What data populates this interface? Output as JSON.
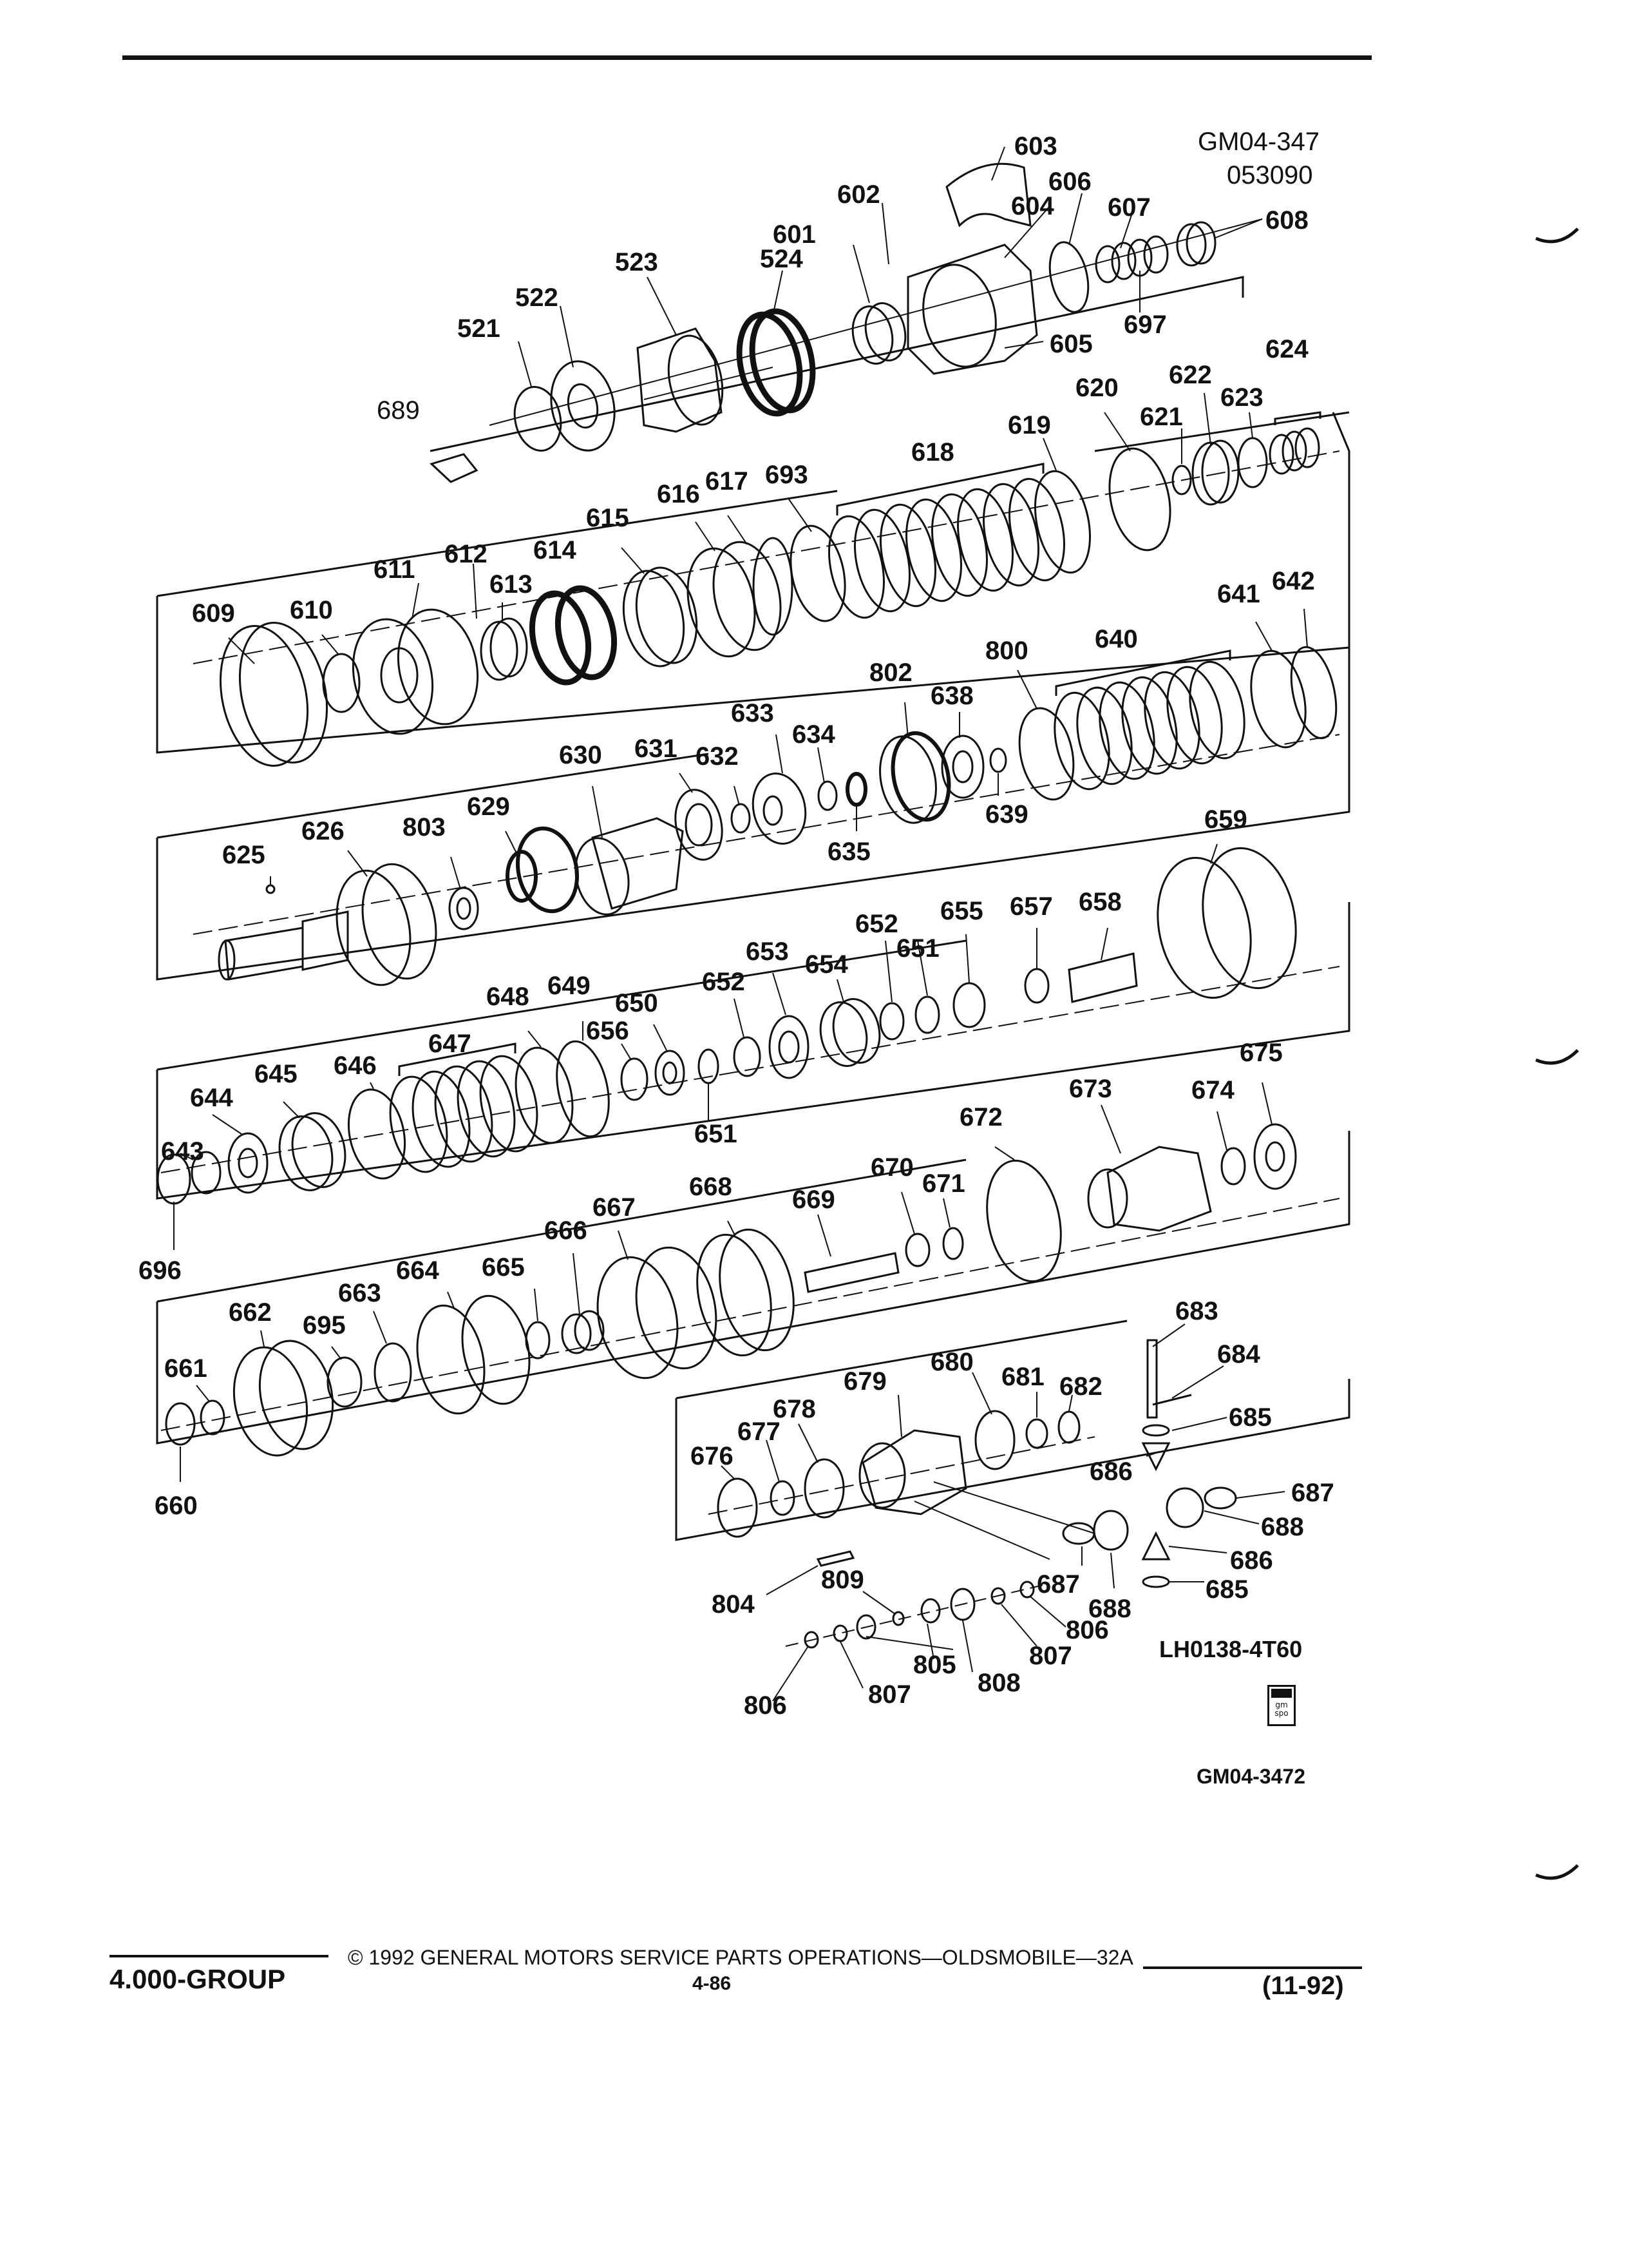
{
  "header": {
    "ref_primary": "GM04-347",
    "ref_secondary": "053090"
  },
  "labels": {
    "p603": "603",
    "p602": "602",
    "p606": "606",
    "p604": "604",
    "p607": "607",
    "p608": "608",
    "p601": "601",
    "p524": "524",
    "p523": "523",
    "p522": "522",
    "p521": "521",
    "p605": "605",
    "p697": "697",
    "p624": "624",
    "p620": "620",
    "p622": "622",
    "p623": "623",
    "p621": "621",
    "p619": "619",
    "p689": "689",
    "p618": "618",
    "p616": "616",
    "p617": "617",
    "p693": "693",
    "p615": "615",
    "p614": "614",
    "p612": "612",
    "p611": "611",
    "p613": "613",
    "p609": "609",
    "p610": "610",
    "p641": "641",
    "p642": "642",
    "p800": "800",
    "p640": "640",
    "p802": "802",
    "p638": "638",
    "p633": "633",
    "p634": "634",
    "p631": "631",
    "p630": "630",
    "p632": "632",
    "p639": "639",
    "p635": "635",
    "p629": "629",
    "p803": "803",
    "p626": "626",
    "p625": "625",
    "p659": "659",
    "p652a": "652",
    "p655": "655",
    "p657": "657",
    "p658": "658",
    "p653": "653",
    "p651a": "651",
    "p654": "654",
    "p652b": "652",
    "p648": "648",
    "p649": "649",
    "p650": "650",
    "p656": "656",
    "p647": "647",
    "p646": "646",
    "p645": "645",
    "p644": "644",
    "p651b": "651",
    "p643": "643",
    "p696": "696",
    "p675": "675",
    "p673": "673",
    "p674": "674",
    "p672": "672",
    "p670": "670",
    "p671": "671",
    "p668": "668",
    "p669": "669",
    "p667": "667",
    "p666": "666",
    "p665": "665",
    "p664": "664",
    "p663": "663",
    "p662": "662",
    "p695": "695",
    "p661": "661",
    "p660": "660",
    "p683": "683",
    "p684": "684",
    "p680": "680",
    "p679": "679",
    "p681": "681",
    "p682": "682",
    "p685a": "685",
    "p678": "678",
    "p677": "677",
    "p676": "676",
    "p686a": "686",
    "p687a": "687",
    "p688a": "688",
    "p686b": "686",
    "p687b": "687",
    "p688b": "688",
    "p685b": "685",
    "p809": "809",
    "p804": "804",
    "p806a": "806",
    "p805": "805",
    "p807a": "807",
    "p808": "808",
    "p806b": "806",
    "p807b": "807"
  },
  "code": "LH0138-4T60",
  "figure_id": "GM04-3472",
  "logo_text": "gm spo",
  "footer": {
    "group": "4.000-GROUP",
    "copyright": "© 1992 GENERAL MOTORS SERVICE PARTS OPERATIONS—OLDSMOBILE—32A",
    "page": "4-86",
    "date": "(11-92)"
  },
  "colors": {
    "ink": "#111111",
    "paper": "#ffffff"
  }
}
